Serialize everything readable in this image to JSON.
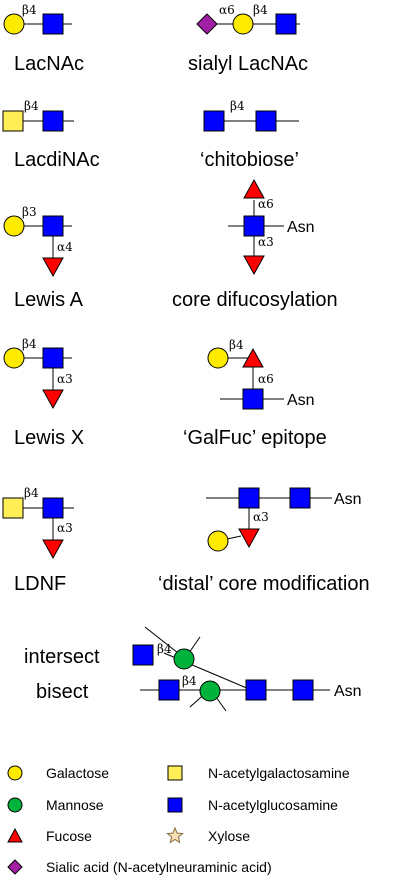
{
  "structures": {
    "lacnac": {
      "name": "LacNAc",
      "link1": "β4"
    },
    "sialyl_lacnac": {
      "name": "sialyl LacNAc",
      "link1": "α6",
      "link2": "β4"
    },
    "lacdinac": {
      "name": "LacdiNAc",
      "link1": "β4"
    },
    "chitobiose": {
      "name": "‘chitobiose’",
      "link1": "β4"
    },
    "lewis_a": {
      "name": "Lewis A",
      "link1": "β3",
      "link2": "α4"
    },
    "core_difuc": {
      "name": "core difucosylation",
      "link1": "α6",
      "link2": "α3",
      "asn": "Asn"
    },
    "lewis_x": {
      "name": "Lewis X",
      "link1": "β4",
      "link2": "α3"
    },
    "galfuc": {
      "name": "‘GalFuc’ epitope",
      "link1": "β4",
      "link2": "α6",
      "asn": "Asn"
    },
    "ldnf": {
      "name": "LDNF",
      "link1": "β4",
      "link2": "α3"
    },
    "distal": {
      "name": "‘distal’ core modification",
      "link1": "α3",
      "asn": "Asn"
    },
    "bisect": {
      "intersect_label": "intersect",
      "bisect_label": "bisect",
      "link1": "β4",
      "link2": "β4",
      "asn": "Asn"
    }
  },
  "legend": {
    "galactose": "Galactose",
    "galnac": "N-acetylgalactosamine",
    "mannose": "Mannose",
    "glcnac": "N-acetylglucosamine",
    "fucose": "Fucose",
    "xylose": "Xylose",
    "sialic": "Sialic acid (N-acetylneuraminic acid)"
  },
  "colors": {
    "galactose": "#ffeb00",
    "mannose": "#00b33c",
    "glcnac": "#0000ff",
    "galnac": "#ffee55",
    "fucose": "#ff0000",
    "sialic": "#a21fa6",
    "xylose": "#f7dfb6"
  }
}
